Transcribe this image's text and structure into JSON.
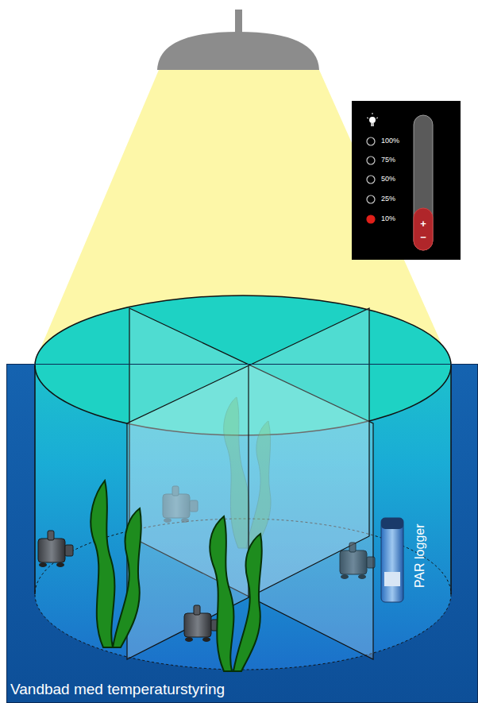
{
  "diagram": {
    "nodes": [
      {
        "text": [
          "Vandbad med temperaturstyring"
        ]
      }
    ],
    "labels": [
      "100%",
      "75%",
      "50%",
      "25%",
      "10%",
      "+",
      "−",
      "PAR logger"
    ]
  }
}
